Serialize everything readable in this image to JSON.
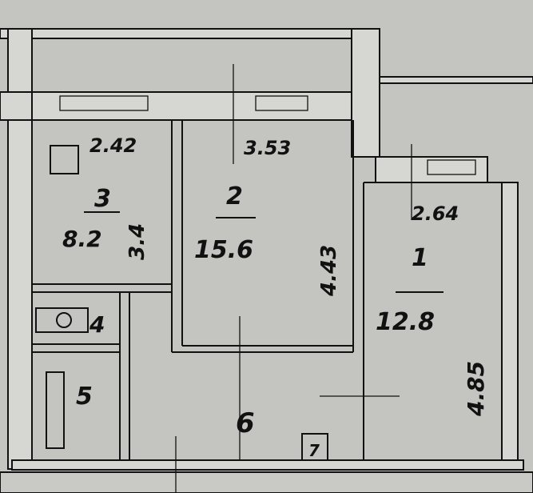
{
  "rooms": [
    {
      "number": "1",
      "area": "12.8"
    },
    {
      "number": "2",
      "area": "15.6"
    },
    {
      "number": "3",
      "area": "8.2"
    },
    {
      "number": "4"
    },
    {
      "number": "5"
    },
    {
      "number": "6"
    },
    {
      "number": "7"
    }
  ],
  "dimensions": {
    "room3_width": "2.42",
    "room2_width": "3.53",
    "room1_width": "2.64",
    "room3_length": "3.4",
    "room2_length": "4.43",
    "room1_length": "4.85"
  }
}
